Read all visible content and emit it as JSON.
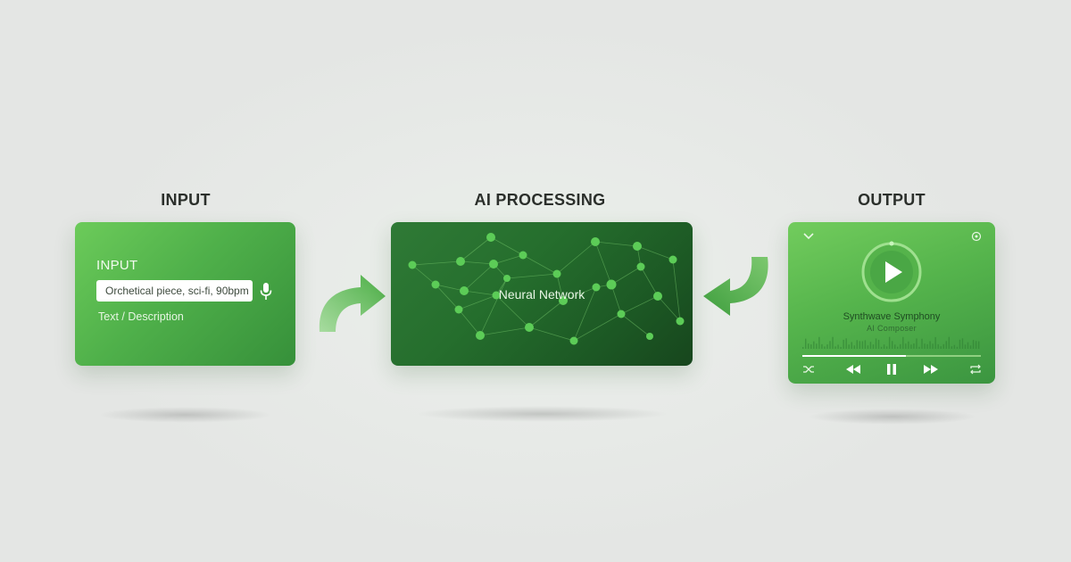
{
  "stages": {
    "input_title": "INPUT",
    "processing_title": "AI PROCESSING",
    "output_title": "OUTPUT"
  },
  "input_card": {
    "heading": "INPUT",
    "prompt_value": "Orchetical piece, sci-fi, 90bpm",
    "caption": "Text / Description",
    "mic_icon": "microphone-icon"
  },
  "processing_card": {
    "label": "Neural Network"
  },
  "output_card": {
    "track_title": "Synthwave Symphony",
    "track_artist": "AI Composer",
    "progress": 0.58,
    "icons": [
      "chevron-down-icon",
      "more-icon",
      "play-icon",
      "shuffle-icon",
      "rewind-icon",
      "pause-icon",
      "fast-forward-icon",
      "repeat-icon"
    ]
  },
  "colors": {
    "accent": "#4fb04a",
    "dark_green": "#1c5824",
    "arrow": "#5cbd55"
  }
}
